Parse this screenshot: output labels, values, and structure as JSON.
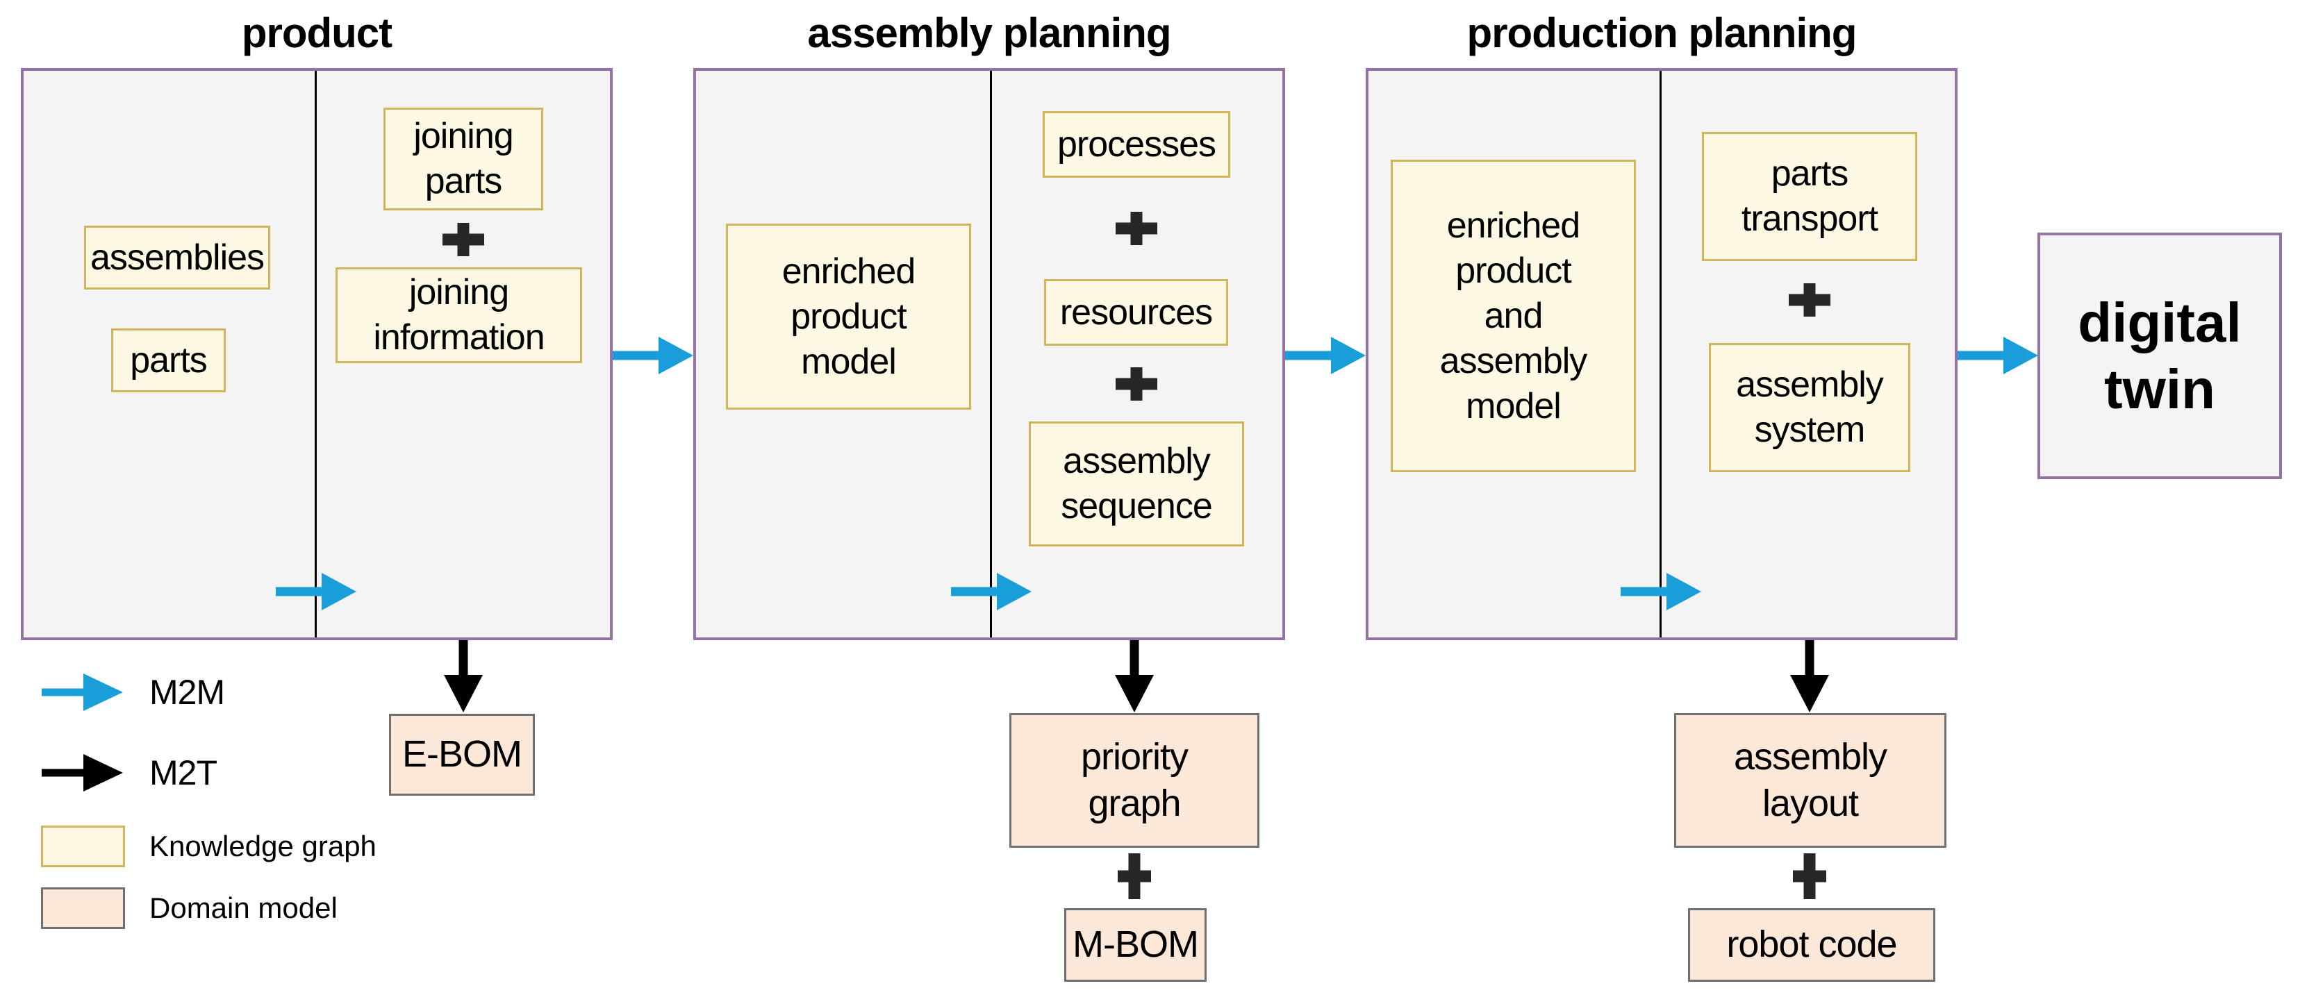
{
  "panels": {
    "product": {
      "title": "product",
      "assemblies": "assemblies",
      "parts": "parts",
      "joining_parts": "joining\nparts",
      "joining_information": "joining\ninformation",
      "output_ebom": "E-BOM"
    },
    "assembly_planning": {
      "title": "assembly planning",
      "enriched_product_model": "enriched\nproduct\nmodel",
      "processes": "processes",
      "resources": "resources",
      "assembly_sequence": "assembly\nsequence",
      "output_priority_graph": "priority\ngraph",
      "output_mbom": "M-BOM"
    },
    "production_planning": {
      "title": "production planning",
      "enriched_product_and_assembly_model": "enriched\nproduct\nand\nassembly\nmodel",
      "parts_transport": "parts\ntransport",
      "assembly_system": "assembly\nsystem",
      "output_assembly_layout": "assembly\nlayout",
      "output_robot_code": "robot code"
    }
  },
  "digital_twin": {
    "label": "digital\ntwin"
  },
  "legend": {
    "m2m": "M2M",
    "m2t": "M2T",
    "knowledge_graph": "Knowledge graph",
    "domain_model": "Domain model"
  },
  "colors": {
    "m2m_arrow_blue": "#1a9ed9",
    "m2t_arrow_black": "#000000",
    "knowledge_graph_fill": "#fdf8e3",
    "knowledge_graph_border": "#d2b45a",
    "domain_model_fill": "#fbe8d9",
    "domain_model_border": "#707070",
    "panel_fill": "#f4f4f4",
    "panel_border": "#9673a6",
    "plus_sign": "#262626"
  }
}
